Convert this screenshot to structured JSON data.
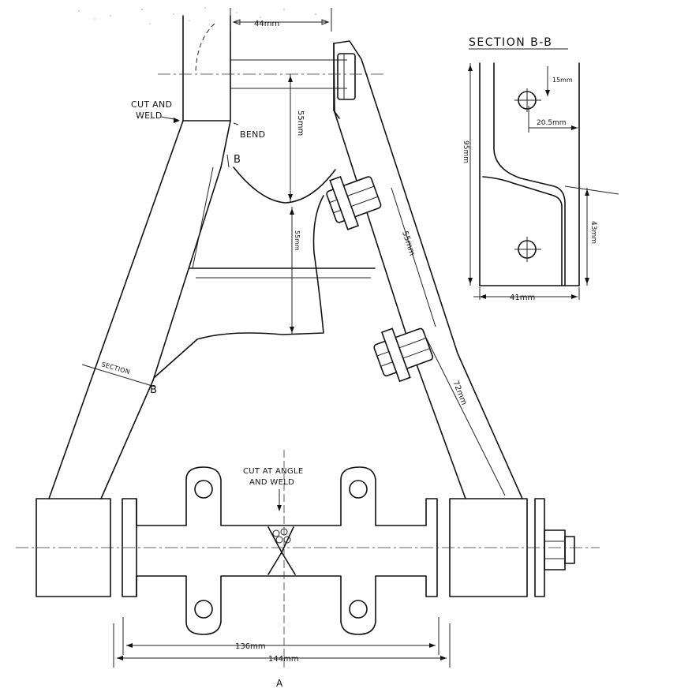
{
  "labels": {
    "cut_and_weld_1": "CUT AND",
    "cut_and_weld_2": "WELD",
    "bend": "BEND",
    "cut_at_angle_1": "CUT AT ANGLE",
    "cut_at_angle_2": "AND WELD",
    "section_word": "SECTION",
    "section_mark_top": "B",
    "section_mark_bottom": "B",
    "view_label": "A"
  },
  "dimensions": {
    "top_width": "44mm",
    "upper_height": "55mm",
    "lower_height": "55mm",
    "slot_length": "55mm",
    "bolt_spacing": "72mm",
    "inner_width": "136mm",
    "outer_width": "144mm"
  },
  "section_view": {
    "title": "SECTION B-B",
    "hole_offset": "15mm",
    "hole_horizontal": "20.5mm",
    "height_total": "95mm",
    "height_lower": "43mm",
    "width": "41mm"
  }
}
